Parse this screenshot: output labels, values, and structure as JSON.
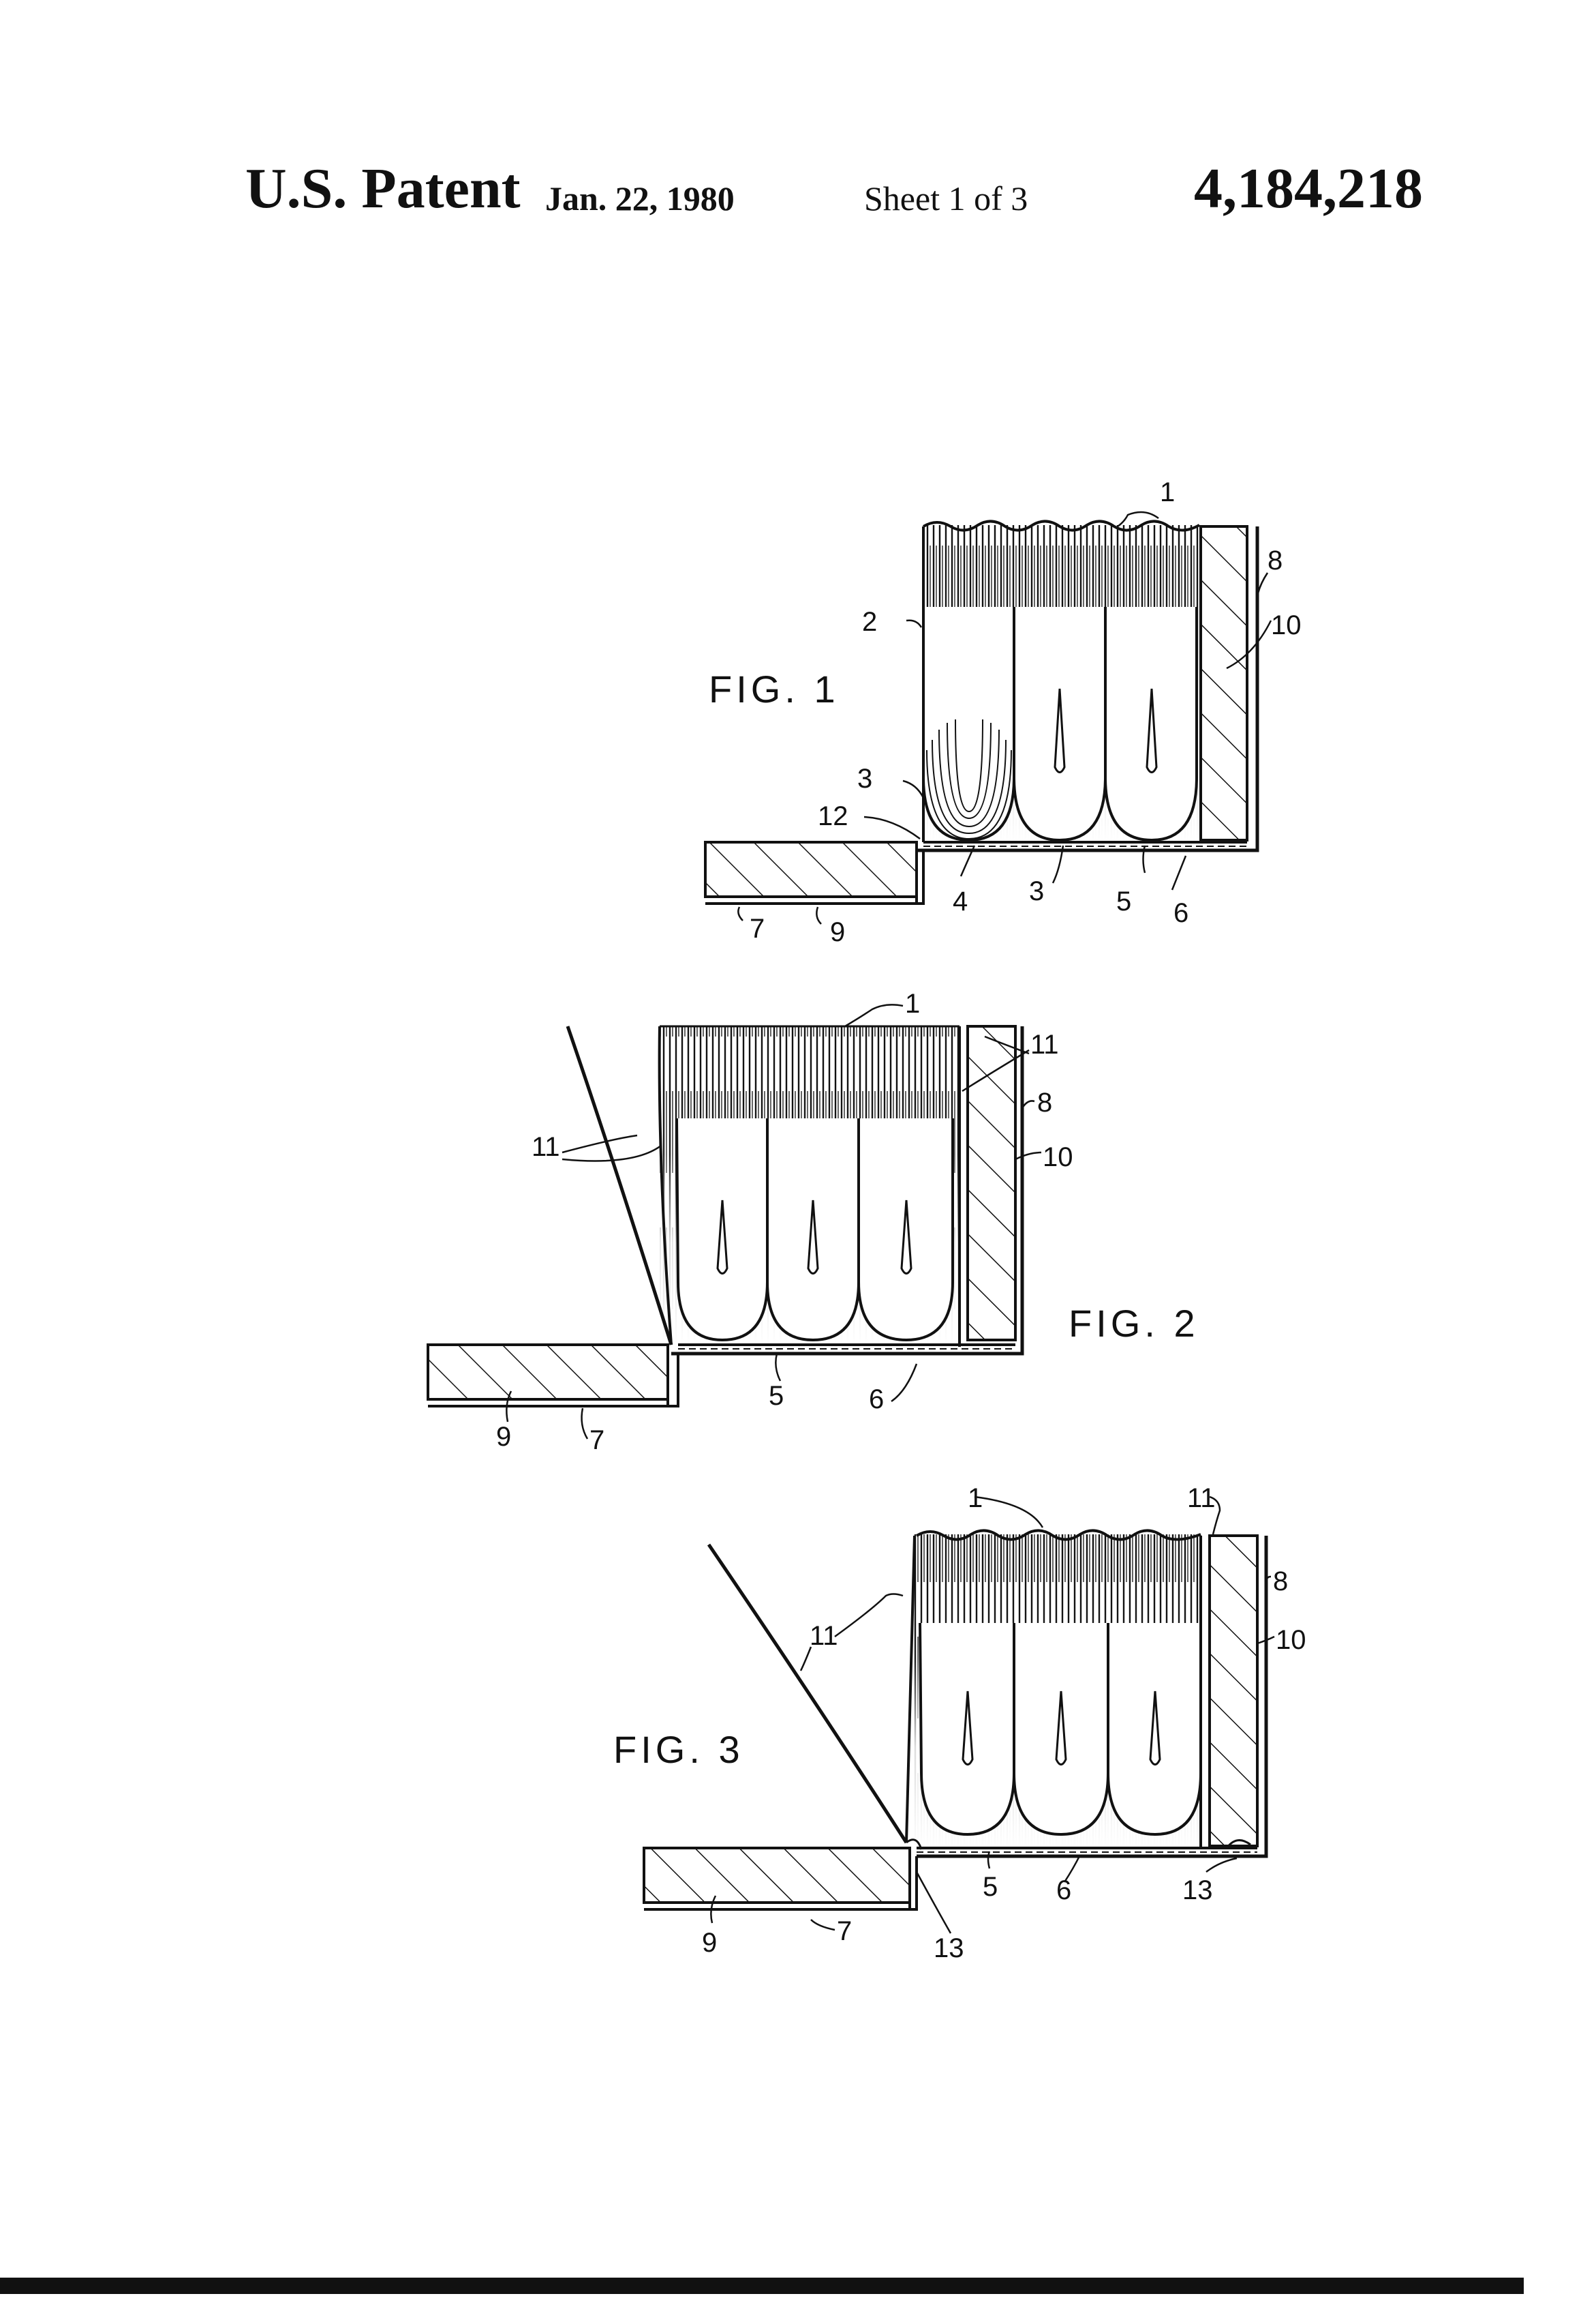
{
  "header": {
    "office": "U.S. Patent",
    "date": "Jan. 22, 1980",
    "sheet": "Sheet 1 of 3",
    "number": "4,184,218"
  },
  "figures": [
    {
      "label": "FIG. 1",
      "refs": {
        "r1": "1",
        "r2": "2",
        "r3a": "3",
        "r3b": "3",
        "r4": "4",
        "r5": "5",
        "r6": "6",
        "r7": "7",
        "r8": "8",
        "r9": "9",
        "r10": "10",
        "r12": "12"
      }
    },
    {
      "label": "FIG. 2",
      "refs": {
        "r1": "1",
        "r5": "5",
        "r6": "6",
        "r7": "7",
        "r8": "8",
        "r9": "9",
        "r10": "10",
        "r11a": "11",
        "r11b": "11"
      }
    },
    {
      "label": "FIG. 3",
      "refs": {
        "r1": "1",
        "r5": "5",
        "r6": "6",
        "r7": "7",
        "r8": "8",
        "r9": "9",
        "r10": "10",
        "r11a": "11",
        "r11b": "11",
        "r13a": "13",
        "r13b": "13"
      }
    }
  ]
}
